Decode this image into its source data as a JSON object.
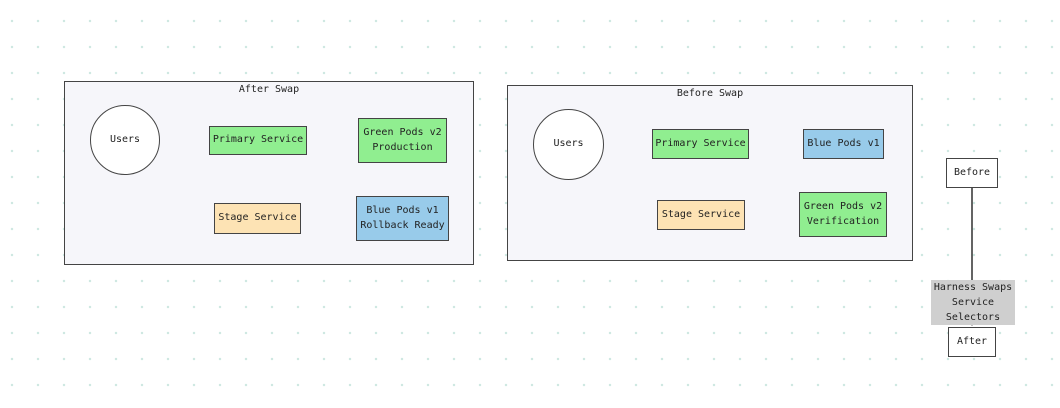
{
  "colors": {
    "primary_service": "#90EE90",
    "green_pods": "#90EE90",
    "blue_pods": "#98CBEA",
    "stage_service": "#FDE3B4",
    "edge_label_bg": "#CFCFCF"
  },
  "after_swap": {
    "title": "After Swap",
    "users": "Users",
    "primary_service": "Primary Service",
    "green_pods": "Green Pods v2\nProduction",
    "stage_service": "Stage Service",
    "blue_pods": "Blue Pods v1\nRollback Ready"
  },
  "before_swap": {
    "title": "Before Swap",
    "users": "Users",
    "primary_service": "Primary Service",
    "blue_pods": "Blue Pods v1",
    "stage_service": "Stage Service",
    "green_pods": "Green Pods v2\nVerification"
  },
  "transition": {
    "before": "Before",
    "edge_label": "Harness Swaps\nService Selectors",
    "after": "After"
  }
}
